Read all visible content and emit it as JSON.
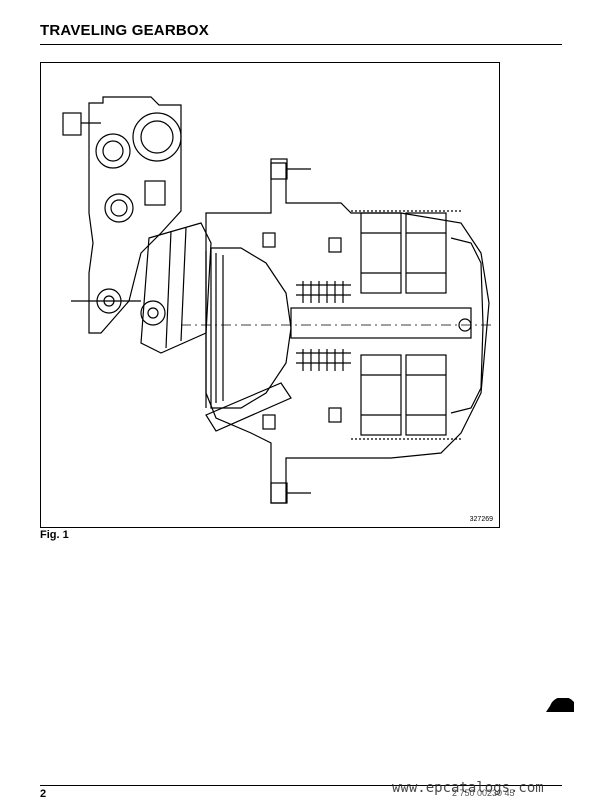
{
  "page": {
    "title": "TRAVELING GEARBOX",
    "figure_number_label": "327269",
    "caption": "Fig. 1",
    "page_number": "2",
    "footer_code": "2 750 00230 45",
    "watermark": "www.epcatalogs.com"
  }
}
